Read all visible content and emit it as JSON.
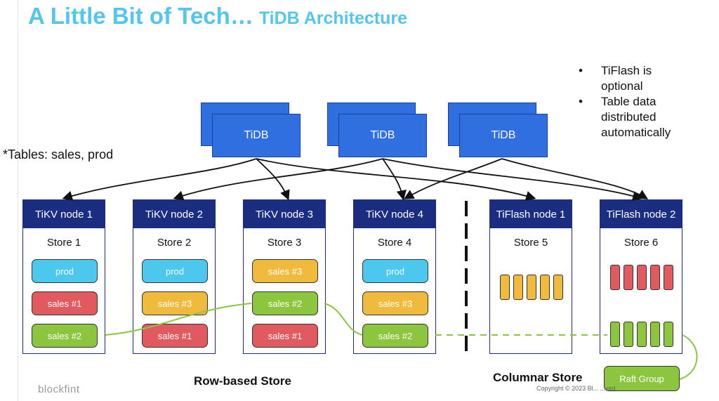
{
  "title": {
    "main": "A Little Bit of Tech…",
    "sub": "TiDB Architecture"
  },
  "notes": {
    "bullets": [
      "TiFlash is optional",
      "Table data distributed automatically"
    ],
    "tables": "*Tables: sales, prod"
  },
  "tidb_servers": [
    {
      "label": "TiDB"
    },
    {
      "label": "TiDB"
    },
    {
      "label": "TiDB"
    }
  ],
  "nodes": [
    {
      "header": "TiKV node 1",
      "store": "Store 1",
      "regions": [
        {
          "label": "prod",
          "color": "prod"
        },
        {
          "label": "sales #1",
          "color": "red"
        },
        {
          "label": "sales #2",
          "color": "green"
        }
      ]
    },
    {
      "header": "TiKV node 2",
      "store": "Store 2",
      "regions": [
        {
          "label": "prod",
          "color": "prod"
        },
        {
          "label": "sales #3",
          "color": "yellow"
        },
        {
          "label": "sales #1",
          "color": "red"
        }
      ]
    },
    {
      "header": "TiKV node 3",
      "store": "Store 3",
      "regions": [
        {
          "label": "sales #3",
          "color": "yellow"
        },
        {
          "label": "sales #2",
          "color": "green"
        },
        {
          "label": "sales #1",
          "color": "red"
        }
      ]
    },
    {
      "header": "TiKV node 4",
      "store": "Store 4",
      "regions": [
        {
          "label": "prod",
          "color": "prod"
        },
        {
          "label": "sales #3",
          "color": "yellow"
        },
        {
          "label": "sales #2",
          "color": "green"
        }
      ]
    },
    {
      "header": "TiFlash node 1",
      "store": "Store 5",
      "columns": "yellow"
    },
    {
      "header": "TiFlash node 2",
      "store": "Store 6",
      "columns": "red",
      "columns2": "green"
    }
  ],
  "labels": {
    "row_store": "Row-based Store",
    "columnar_store": "Columnar Store",
    "raft_group": "Raft Group"
  },
  "footer": {
    "logo": "blockfint",
    "copyright": "Copyright © 2023 Bl... ...ved."
  },
  "colors": {
    "title": "#53c6ec",
    "tidb": "#2f6fe0",
    "node_header": "#1a2d80",
    "prod": "#4cc8ef",
    "red": "#e05a5f",
    "yellow": "#f0ba3c",
    "green": "#8cc63f"
  }
}
